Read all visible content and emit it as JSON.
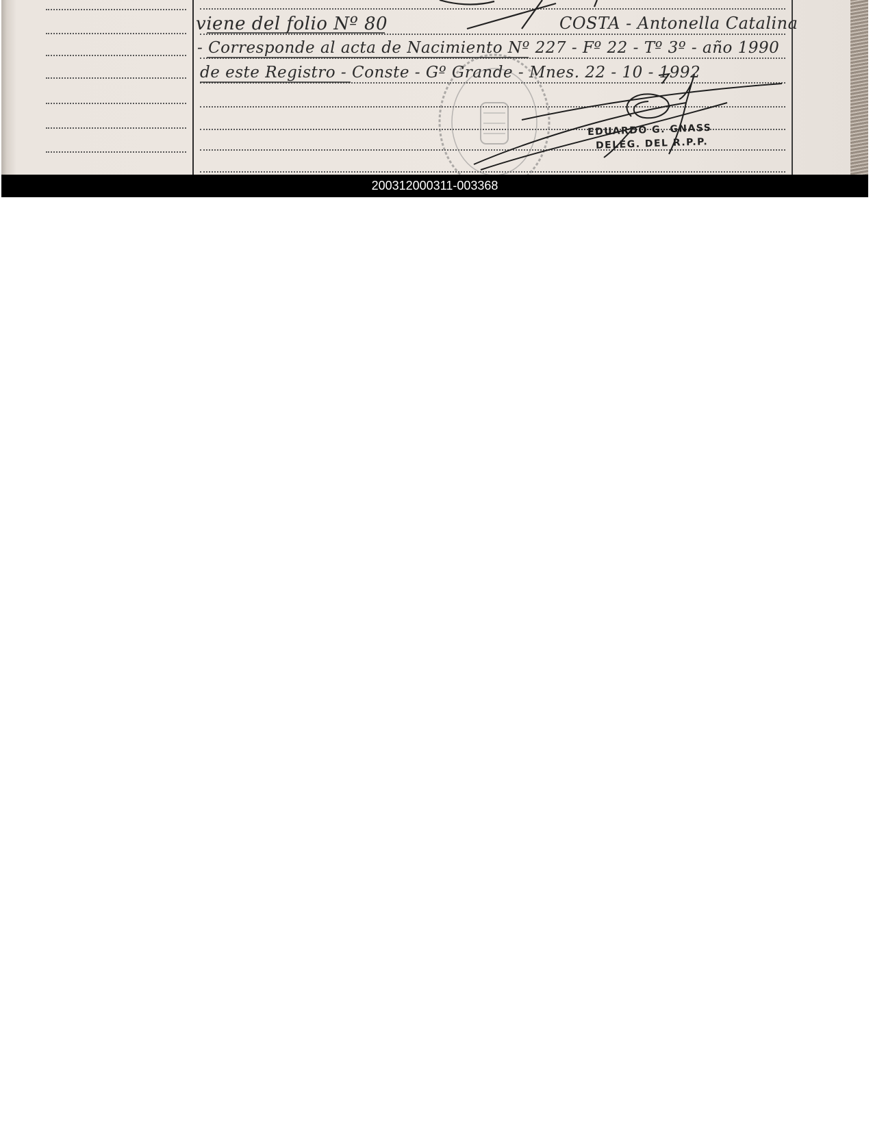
{
  "document": {
    "handwritten_lines": [
      "viene del folio Nº 80",
      "COSTA - Antonella Catalina",
      "- Corresponde al acta de Nacimiento Nº 227 - Fº 22 - Tº 3º - año 1990",
      "de este Registro -   Conste -   Gº Grande - Mnes.  22 - 10 - 1992"
    ],
    "stamp_name": "EDUARDO G. GNASS",
    "stamp_title": "DELEG. DEL R.P.P."
  },
  "footer": {
    "barcode_number": "200312000311-003368"
  }
}
